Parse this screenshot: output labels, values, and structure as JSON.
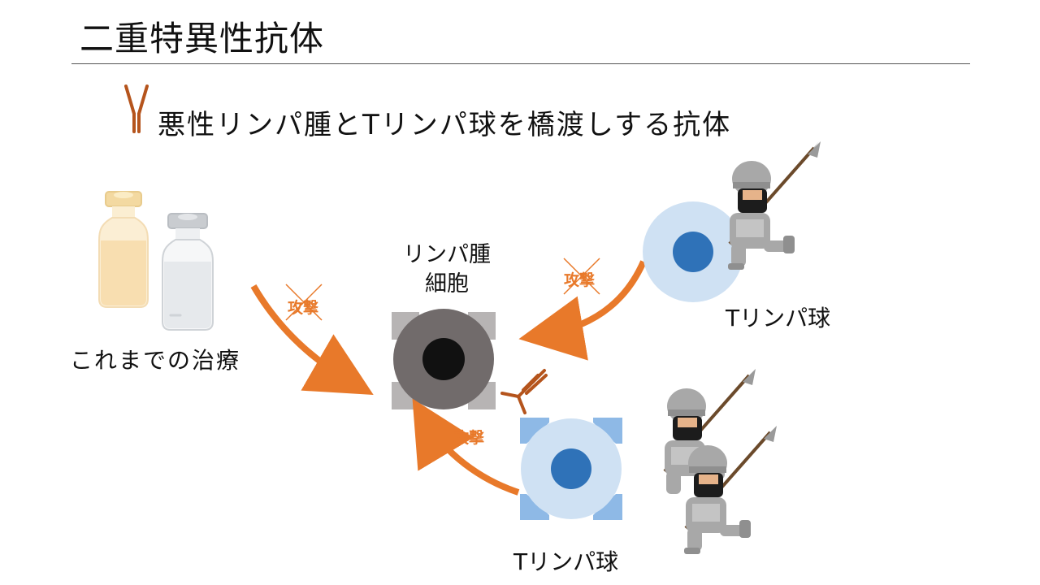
{
  "slide": {
    "title": "二重特異性抗体",
    "subtitle": "悪性リンパ腫とTリンパ球を橋渡しする抗体",
    "labels": {
      "previous_treatment": "これまでの治療",
      "tumor_cell_line1": "リンパ腫",
      "tumor_cell_line2": "細胞",
      "t_cell_top": "Tリンパ球",
      "t_cell_bottom": "Tリンパ球"
    },
    "attack_labels": {
      "from_previous_treatment": "攻撃",
      "from_t_cell_top": "攻撃",
      "from_t_cell_bottom": "攻撃"
    }
  },
  "colors": {
    "accent_orange": "#e8792a",
    "antibody_brown": "#b5541c",
    "tumor_gray": "#716b6b",
    "tumor_nucleus": "#111111",
    "tcell_light": "#cfe1f3",
    "tcell_nucleus": "#2f72b8",
    "tcell_receptor": "#8eb9e6"
  },
  "icons": {
    "subtitle_icon": "antibody-icon",
    "vials": "medicine-vial-icon",
    "soldiers": "armored-soldier-icon"
  }
}
